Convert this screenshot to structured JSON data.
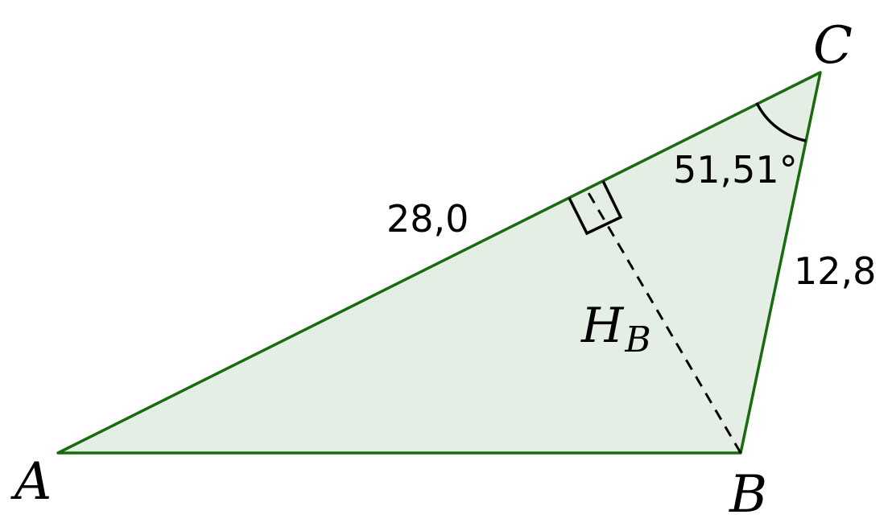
{
  "vertices": {
    "a": "A",
    "b": "B",
    "c": "C"
  },
  "measurements": {
    "side_ac": "28,0",
    "side_bc": "12,8",
    "angle_c": "51,51°"
  },
  "altitude": {
    "main": "H",
    "sub": "B"
  },
  "colors": {
    "stroke": "#1a6b10",
    "fill": "#e4eee4",
    "ink": "#000000"
  }
}
